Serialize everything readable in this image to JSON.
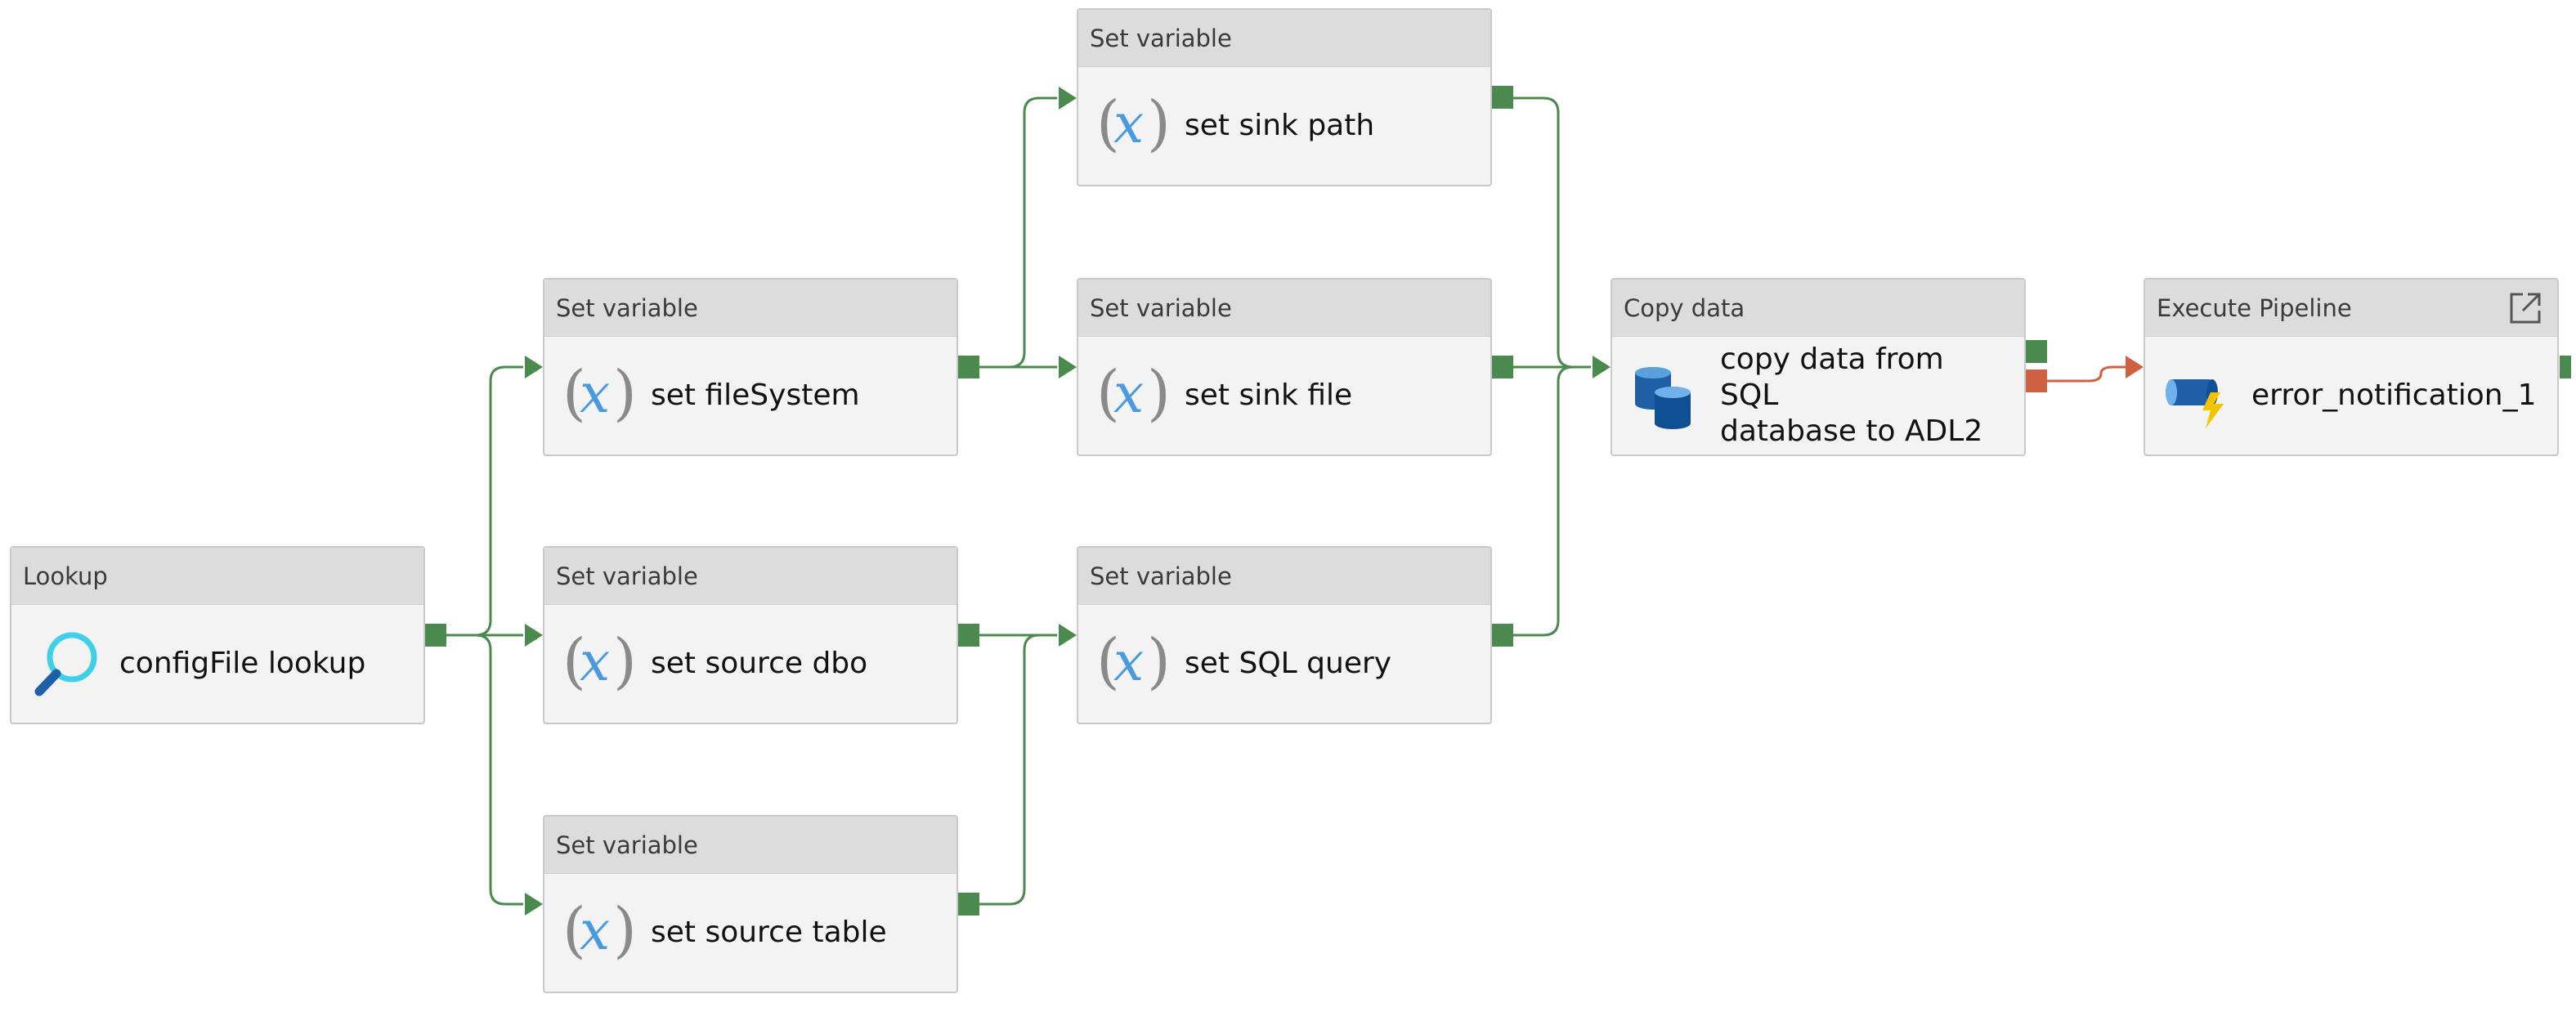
{
  "colors": {
    "success_wire": "#4a8a4e",
    "failure_wire": "#cf6143"
  },
  "nodes": {
    "lookup": {
      "type": "Lookup",
      "label": "configFile lookup",
      "icon": "search-icon"
    },
    "set_filesystem": {
      "type": "Set variable",
      "label": "set fileSystem",
      "icon": "variable-icon"
    },
    "set_source_dbo": {
      "type": "Set variable",
      "label": "set source dbo",
      "icon": "variable-icon"
    },
    "set_source_table": {
      "type": "Set variable",
      "label": "set source table",
      "icon": "variable-icon"
    },
    "set_sink_path": {
      "type": "Set variable",
      "label": "set sink path",
      "icon": "variable-icon"
    },
    "set_sink_file": {
      "type": "Set variable",
      "label": "set sink file",
      "icon": "variable-icon"
    },
    "set_sql_query": {
      "type": "Set variable",
      "label": "set SQL query",
      "icon": "variable-icon"
    },
    "copy_data": {
      "type": "Copy data",
      "label": "copy data from SQL\ndatabase to ADL2",
      "icon": "database-copy-icon"
    },
    "execute_pipeline": {
      "type": "Execute Pipeline",
      "label": "error_notification_1",
      "icon": "pipeline-icon"
    }
  },
  "edges": [
    {
      "from": "lookup",
      "to": "set_filesystem",
      "condition": "success"
    },
    {
      "from": "lookup",
      "to": "set_source_dbo",
      "condition": "success"
    },
    {
      "from": "lookup",
      "to": "set_source_table",
      "condition": "success"
    },
    {
      "from": "set_filesystem",
      "to": "set_sink_path",
      "condition": "success"
    },
    {
      "from": "set_filesystem",
      "to": "set_sink_file",
      "condition": "success"
    },
    {
      "from": "set_source_dbo",
      "to": "set_sql_query",
      "condition": "success"
    },
    {
      "from": "set_source_table",
      "to": "set_sql_query",
      "condition": "success"
    },
    {
      "from": "set_sink_path",
      "to": "copy_data",
      "condition": "success"
    },
    {
      "from": "set_sink_file",
      "to": "copy_data",
      "condition": "success"
    },
    {
      "from": "set_sql_query",
      "to": "copy_data",
      "condition": "success"
    },
    {
      "from": "copy_data",
      "to": "execute_pipeline",
      "condition": "failure"
    }
  ]
}
